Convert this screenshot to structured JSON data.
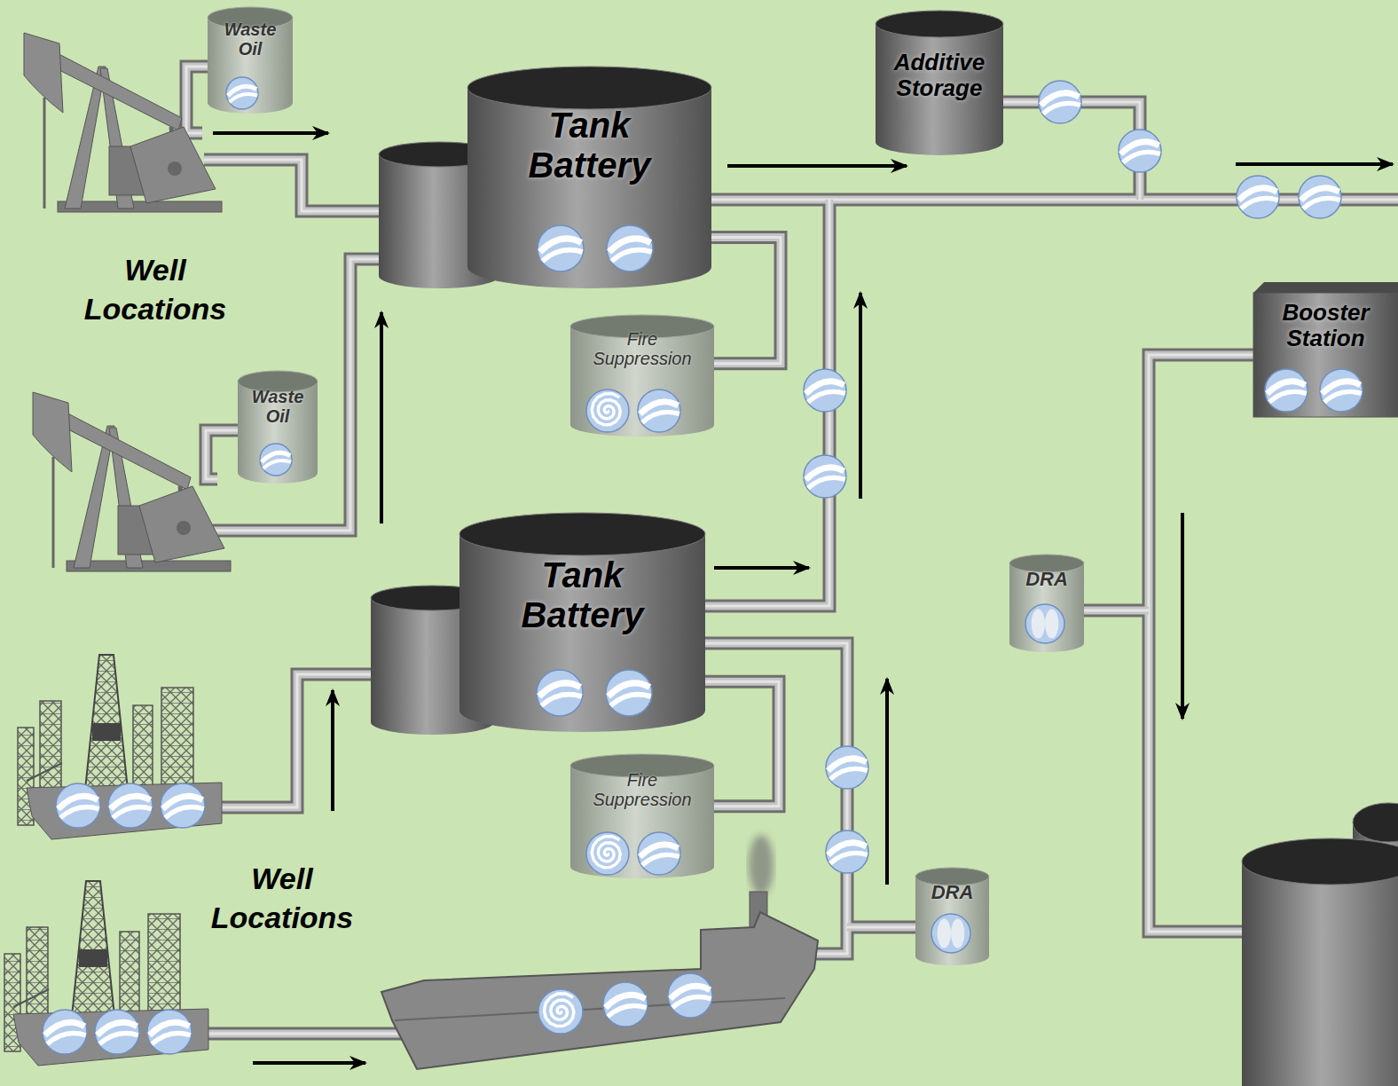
{
  "diagram": {
    "nodes": [
      {
        "text": [
          "Waste Oil"
        ]
      },
      {
        "text": [
          "Tank Battery"
        ]
      },
      {
        "text": [
          "Additive Storage"
        ]
      },
      {
        "text": [
          "Booster Station"
        ]
      },
      {
        "text": [
          "Waste Oil"
        ]
      },
      {
        "text": [
          "Fire Suppression"
        ]
      },
      {
        "text": [
          "DRA"
        ]
      },
      {
        "text": [
          "Tank Battery"
        ]
      },
      {
        "text": [
          "Fire Suppression"
        ]
      },
      {
        "text": [
          "DRA"
        ]
      }
    ],
    "edges": [
      {
        "from": 5,
        "to": 1,
        "arrow": "none"
      },
      {
        "from": 8,
        "to": 7,
        "arrow": "none"
      }
    ],
    "labels": [
      "Well Locations",
      "Well Locations"
    ]
  }
}
